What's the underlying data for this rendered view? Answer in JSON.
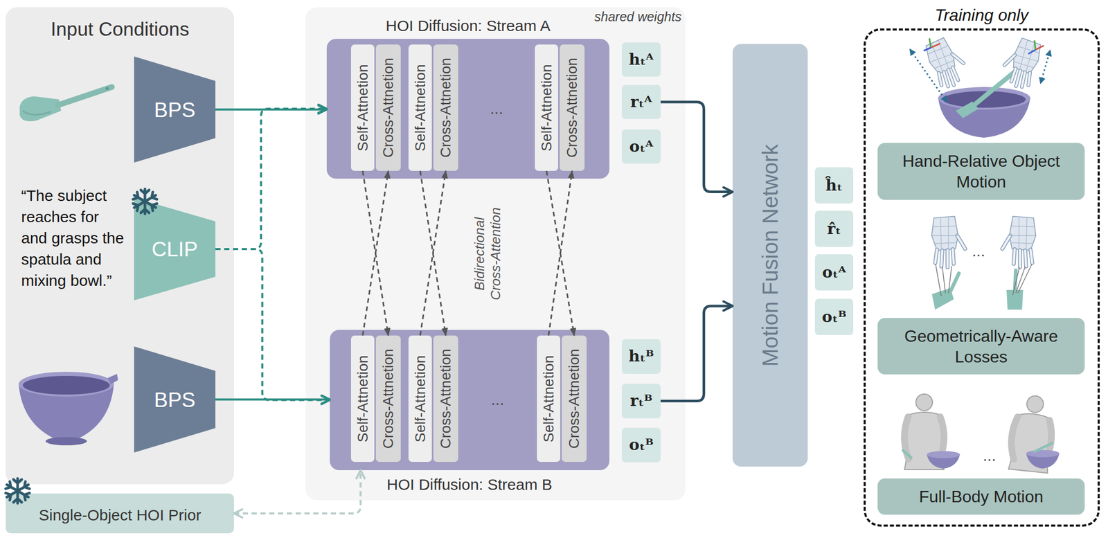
{
  "diagram": {
    "nodes": [
      {
        "text": [
          "Input Conditions",
          "“The subject reaches for and grasps the spatula and mixing bowl.”"
        ]
      },
      {
        "text": [
          "BPS"
        ],
        "in": 0
      },
      {
        "text": [
          "CLIP"
        ],
        "in": 0
      },
      {
        "text": [
          "BPS"
        ],
        "in": 0
      },
      {
        "text": [
          "Single-Object HOI Prior"
        ]
      },
      {
        "text": [
          "shared weights"
        ]
      },
      {
        "text": [
          "HOI Diffusion: Stream A"
        ],
        "in": 5
      },
      {
        "text": [
          "Self-Attnetion"
        ],
        "in": 6
      },
      {
        "text": [
          "Cross-Attnetion"
        ],
        "in": 6
      },
      {
        "text": [
          "Self-Attnetion"
        ],
        "in": 6
      },
      {
        "text": [
          "Cross-Attnetion"
        ],
        "in": 6
      },
      {
        "text": [
          "Self-Attnetion"
        ],
        "in": 6
      },
      {
        "text": [
          "Cross-Attnetion"
        ],
        "in": 6
      },
      {
        "text": [
          "HOI Diffusion: Stream B"
        ],
        "in": 5
      },
      {
        "text": [
          "Self-Attnetion"
        ],
        "in": 13
      },
      {
        "text": [
          "Cross-Attnetion"
        ],
        "in": 13
      },
      {
        "text": [
          "Self-Attnetion"
        ],
        "in": 13
      },
      {
        "text": [
          "Cross-Attnetion"
        ],
        "in": 13
      },
      {
        "text": [
          "Self-Attnetion"
        ],
        "in": 13
      },
      {
        "text": [
          "Cross-Attnetion"
        ],
        "in": 13
      },
      {
        "text": [
          "hₜᴬ"
        ],
        "in": 5
      },
      {
        "text": [
          "rₜᴬ"
        ],
        "in": 5
      },
      {
        "text": [
          "oₜᴬ"
        ],
        "in": 5
      },
      {
        "text": [
          "hₜᴮ"
        ],
        "in": 5
      },
      {
        "text": [
          "rₜᴮ"
        ],
        "in": 5
      },
      {
        "text": [
          "oₜᴮ"
        ],
        "in": 5
      },
      {
        "text": [
          "Motion Fusion Network"
        ]
      },
      {
        "text": [
          "ĥₜ"
        ]
      },
      {
        "text": [
          "r̂ₜ"
        ]
      },
      {
        "text": [
          "oₜᴬ"
        ]
      },
      {
        "text": [
          "oₜᴮ"
        ]
      },
      {
        "text": [
          "Training only"
        ]
      },
      {
        "text": [
          "Hand-Relative Object Motion"
        ],
        "in": 31
      },
      {
        "text": [
          "Geometrically-Aware Losses"
        ],
        "in": 31
      },
      {
        "text": [
          "Full-Body Motion"
        ],
        "in": 31
      }
    ],
    "edges": [
      {
        "from": 1,
        "to": 6,
        "arrow": "to"
      },
      {
        "from": 3,
        "to": 13,
        "arrow": "to"
      },
      {
        "from": 2,
        "to": 6,
        "arrow": "to"
      },
      {
        "from": 2,
        "to": 13,
        "arrow": "to"
      },
      {
        "from": 4,
        "to": 13,
        "arrow": "both"
      },
      {
        "from": 7,
        "to": 15,
        "arrow": "to"
      },
      {
        "from": 14,
        "to": 8,
        "arrow": "to"
      },
      {
        "from": 9,
        "to": 17,
        "arrow": "to"
      },
      {
        "from": 16,
        "to": 10,
        "arrow": "to"
      },
      {
        "from": 11,
        "to": 19,
        "arrow": "to"
      },
      {
        "from": 18,
        "to": 12,
        "arrow": "to"
      },
      {
        "from": 21,
        "to": 26,
        "arrow": "to"
      },
      {
        "from": 24,
        "to": 26,
        "arrow": "to"
      }
    ],
    "labels": [
      "...",
      "Bidirectional Cross-Attention",
      "...",
      "...",
      "..."
    ]
  }
}
